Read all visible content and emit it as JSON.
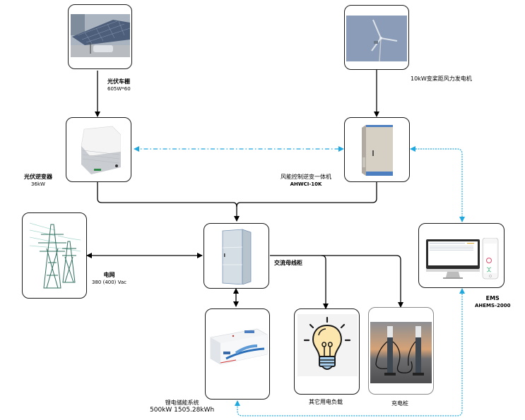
{
  "diagram": {
    "nodes": {
      "pv_carport": {
        "name": "光伏车棚",
        "spec": "605W*60",
        "icon": "solar-carport-image"
      },
      "wind_turbine": {
        "name": "10kW变桨距风力发电机",
        "spec": "",
        "icon": "wind-turbine-image"
      },
      "pv_inverter": {
        "name": "光伏逆变器",
        "spec": "36kW",
        "icon": "inverter-image"
      },
      "wind_inverter": {
        "name": "风能控制逆变一体机",
        "spec": "AHWCI-10K",
        "icon": "cabinet-image"
      },
      "grid": {
        "name": "电网",
        "spec": "380 (400) Vac",
        "icon": "power-tower-image"
      },
      "ac_bus": {
        "name": "交流母线柜",
        "spec": "",
        "icon": "server-cabinet-image"
      },
      "ems": {
        "name": "EMS",
        "spec": "AHEMS-2000",
        "icon": "monitor-phone-image"
      },
      "battery": {
        "name": "锂电储能系统",
        "spec": "500kW 1505.28kWh",
        "icon": "container-image"
      },
      "other_load": {
        "name": "其它用电负载",
        "spec": "",
        "icon": "light-bulb-icon"
      },
      "charger": {
        "name": "充电桩",
        "spec": "",
        "icon": "ev-charger-image"
      }
    },
    "edges": [
      {
        "from": "pv_carport",
        "to": "pv_inverter",
        "type": "power"
      },
      {
        "from": "wind_turbine",
        "to": "wind_inverter",
        "type": "power"
      },
      {
        "from": "pv_inverter",
        "to": "ac_bus",
        "type": "power"
      },
      {
        "from": "wind_inverter",
        "to": "ac_bus",
        "type": "power"
      },
      {
        "from": "grid",
        "to": "ac_bus",
        "type": "power-bidirectional"
      },
      {
        "from": "ac_bus",
        "to": "battery",
        "type": "power-bidirectional"
      },
      {
        "from": "ac_bus",
        "to": "other_load",
        "type": "power"
      },
      {
        "from": "ac_bus",
        "to": "charger",
        "type": "power"
      },
      {
        "from": "wind_inverter",
        "to": "pv_inverter",
        "type": "communication"
      },
      {
        "from": "ems",
        "to": "wind_inverter",
        "type": "communication"
      },
      {
        "from": "ems",
        "to": "battery",
        "type": "communication"
      }
    ],
    "colors": {
      "power_line": "#000000",
      "comm_line": "#1fa8e0",
      "node_border": "#1a1a1a"
    }
  }
}
